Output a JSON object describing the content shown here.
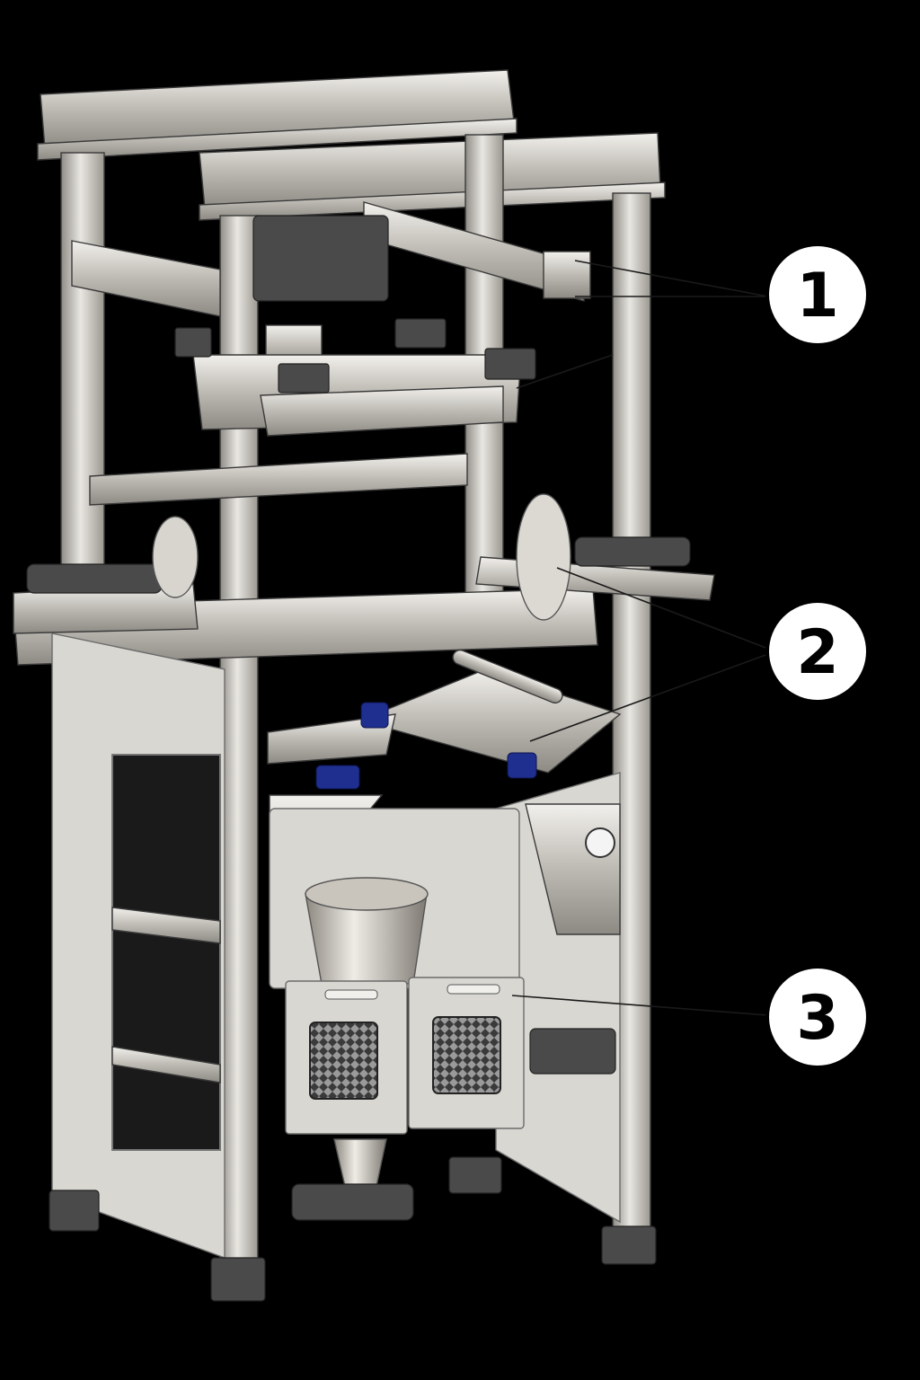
{
  "diagram": {
    "callouts": [
      {
        "number": "1"
      },
      {
        "number": "2"
      },
      {
        "number": "3"
      }
    ],
    "colors": {
      "background": "#000000",
      "steel": "#c9c6c0",
      "panel": "#d9d7d2",
      "bearing_blue": "#1f2f8f",
      "valve_red": "#c8102e"
    }
  }
}
